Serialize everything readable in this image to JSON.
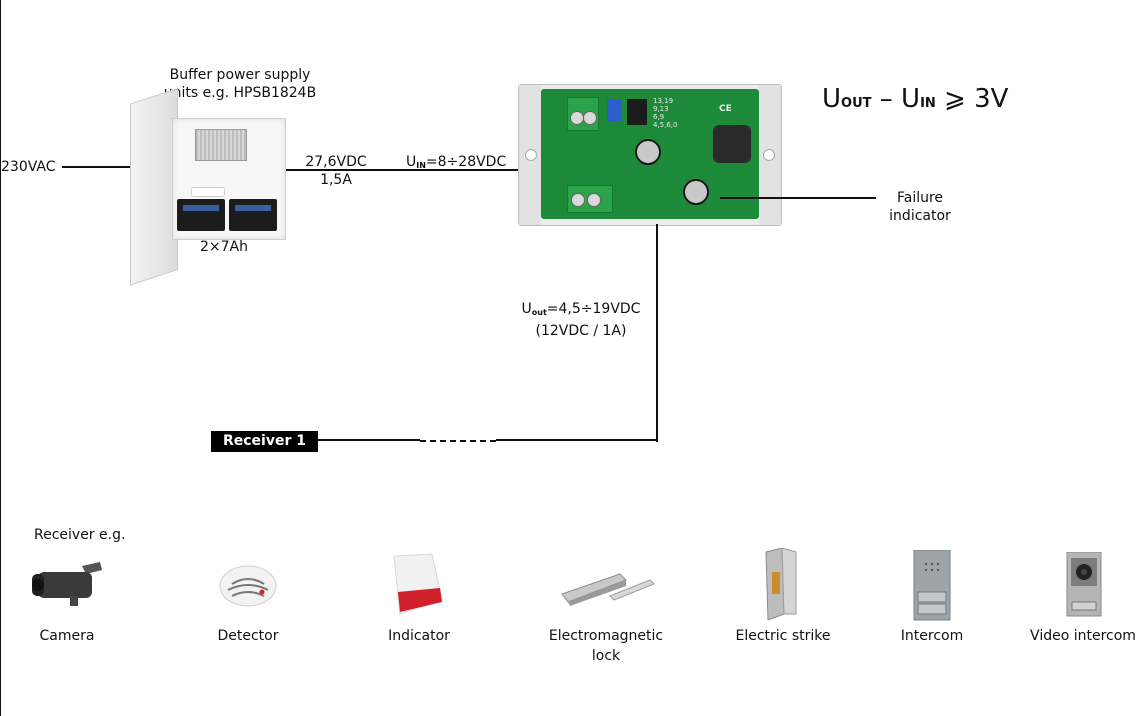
{
  "psu": {
    "title_line1": "Buffer power supply",
    "title_line2": "units e.g. HPSB1824B",
    "battery": "2×7Ah",
    "input": "230VAC",
    "out_voltage": "27,6VDC",
    "out_current": "1,5A"
  },
  "module": {
    "uin_prefix": "U",
    "uin_sub": "IN",
    "uin_value": "=8÷28VDC",
    "failure_line1": "Failure",
    "failure_line2": "indicator",
    "uout_prefix": "U",
    "uout_sub": "out",
    "uout_value": "=4,5÷19VDC",
    "uout_note": "(12VDC / 1A)",
    "condition_u": "U",
    "condition_out": "OUT",
    "condition_minus": " – U",
    "condition_in": "IN",
    "condition_rest": " ⩾ 3V"
  },
  "receiver": {
    "box_label": "Receiver 1",
    "examples_title": "Receiver e.g."
  },
  "devices": [
    {
      "name": "Camera",
      "icon": "camera-icon"
    },
    {
      "name": "Detector",
      "icon": "detector-icon"
    },
    {
      "name": "Indicator",
      "icon": "indicator-icon"
    },
    {
      "name": "Electromagnetic lock",
      "line1": "Electromagnetic",
      "line2": "lock",
      "icon": "electromagnetic-lock-icon"
    },
    {
      "name": "Electric strike",
      "icon": "electric-strike-icon"
    },
    {
      "name": "Intercom",
      "icon": "intercom-icon"
    },
    {
      "name": "Video intercom",
      "icon": "video-intercom-icon"
    }
  ]
}
